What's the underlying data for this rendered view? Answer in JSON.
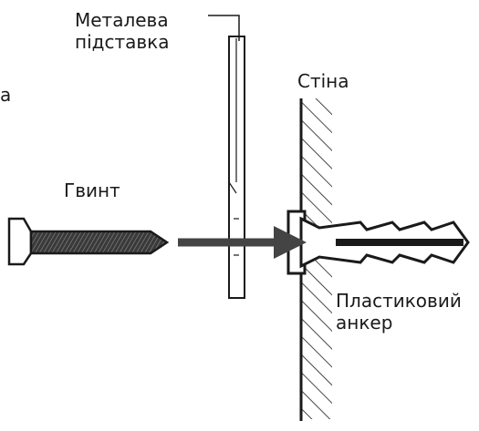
{
  "labels": {
    "bracket": [
      "Металева",
      "підставка"
    ],
    "wall": "Стіна",
    "screw": "Гвинт",
    "anchor": [
      "Пластиковий",
      "анкер"
    ],
    "cut_off_left": "a"
  },
  "colors": {
    "ink": "#1a1a1a",
    "arrow": "#444444",
    "screw_fill": "#555555",
    "background": "#ffffff"
  }
}
